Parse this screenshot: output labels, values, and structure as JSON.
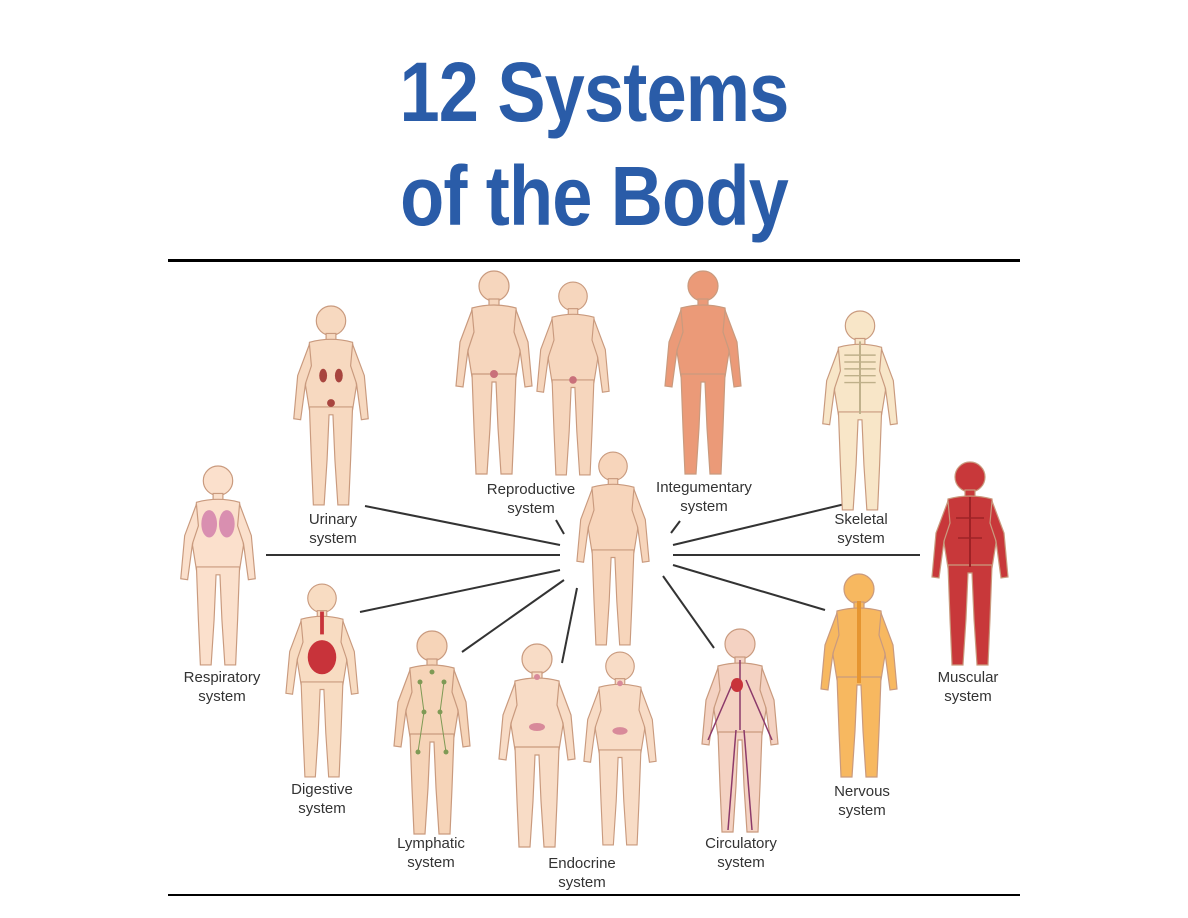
{
  "title": {
    "line1": "12 Systems",
    "line2": "of the Body"
  },
  "systems": [
    {
      "id": "reproductive",
      "line1": "Reproductive",
      "line2": "system",
      "figure_color": "#f6d6bd",
      "organ_color": "#c9707a"
    },
    {
      "id": "integumentary",
      "line1": "Integumentary",
      "line2": "system",
      "figure_color": "#eb9a78",
      "organ_color": "#d9755a"
    },
    {
      "id": "urinary",
      "line1": "Urinary",
      "line2": "system",
      "figure_color": "#f7d9c0",
      "organ_color": "#a8453f"
    },
    {
      "id": "skeletal",
      "line1": "Skeletal",
      "line2": "system",
      "figure_color": "#f8e6c8",
      "organ_color": "#d8c9a6"
    },
    {
      "id": "respiratory",
      "line1": "Respiratory",
      "line2": "system",
      "figure_color": "#fbe0cc",
      "organ_color": "#d98fb0"
    },
    {
      "id": "muscular",
      "line1": "Muscular",
      "line2": "system",
      "figure_color": "#c8383a",
      "organ_color": "#9e2226"
    },
    {
      "id": "digestive",
      "line1": "Digestive",
      "line2": "system",
      "figure_color": "#f8dcc2",
      "organ_color": "#c8333a"
    },
    {
      "id": "nervous",
      "line1": "Nervous",
      "line2": "system",
      "figure_color": "#f7b860",
      "organ_color": "#e69530"
    },
    {
      "id": "lymphatic",
      "line1": "Lymphatic",
      "line2": "system",
      "figure_color": "#f6d4b8",
      "organ_color": "#7f9a55"
    },
    {
      "id": "endocrine",
      "line1": "Endocrine",
      "line2": "system",
      "figure_color": "#f8dcc6",
      "organ_color": "#d88a9a"
    },
    {
      "id": "circulatory",
      "line1": "Circulatory",
      "line2": "system",
      "figure_color": "#f4d2c2",
      "organ_color": "#8c3a6a"
    }
  ],
  "center_figure_color": "#f7d5bb"
}
